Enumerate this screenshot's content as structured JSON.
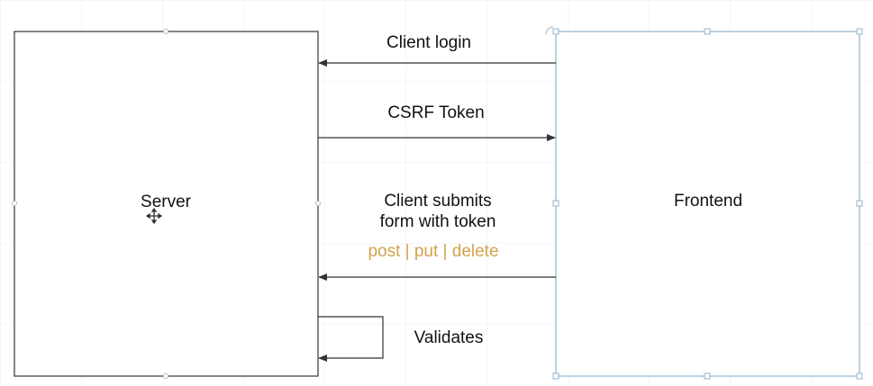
{
  "diagram": {
    "server": {
      "label": "Server"
    },
    "frontend": {
      "label": "Frontend"
    },
    "arrows": {
      "client_login": "Client login",
      "csrf_token": "CSRF Token",
      "client_submits_line1": "Client submits",
      "client_submits_line2": "form with token",
      "methods": "post | put | delete",
      "validates": "Validates"
    }
  },
  "colors": {
    "box_stroke": "#333333",
    "selection_stroke": "#8fb4cc",
    "accent": "#d4a24a",
    "arrow": "#333333"
  }
}
